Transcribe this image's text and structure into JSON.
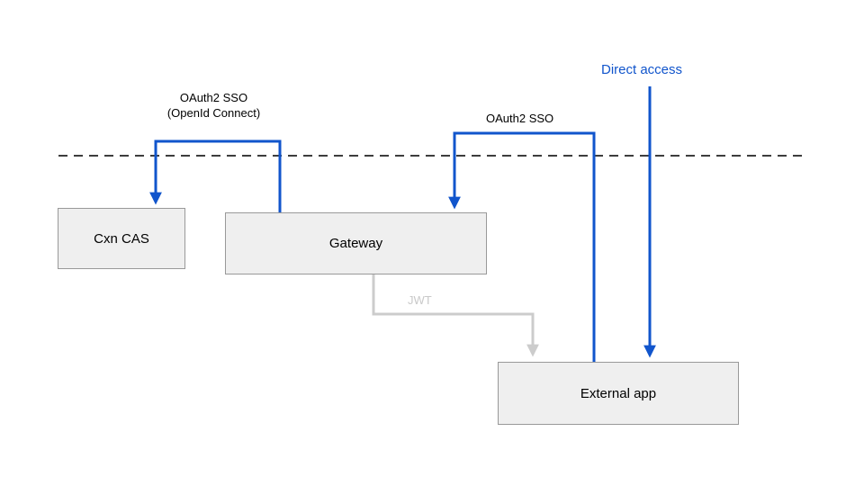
{
  "nodes": {
    "cxn_cas": {
      "label": "Cxn CAS"
    },
    "gateway": {
      "label": "Gateway"
    },
    "external_app": {
      "label": "External app"
    }
  },
  "edges": {
    "oauth2_openid": {
      "label_line1": "OAuth2 SSO",
      "label_line2": "(OpenId Connect)",
      "from": "Gateway",
      "to": "Cxn CAS",
      "color": "#1155cc"
    },
    "oauth2_sso": {
      "label": "OAuth2 SSO",
      "from": "External app",
      "to": "Gateway",
      "color": "#1155cc"
    },
    "direct_access": {
      "label": "Direct access",
      "to": "External app",
      "color": "#1155cc"
    },
    "jwt": {
      "label": "JWT",
      "from": "Gateway",
      "to": "External app",
      "color": "#cccccc"
    }
  },
  "colors": {
    "arrow_blue": "#1155cc",
    "arrow_gray": "#cccccc",
    "node_fill": "#efefef",
    "node_border": "#999999",
    "dashed_line": "#3d3d3d",
    "background": "#ffffff"
  }
}
